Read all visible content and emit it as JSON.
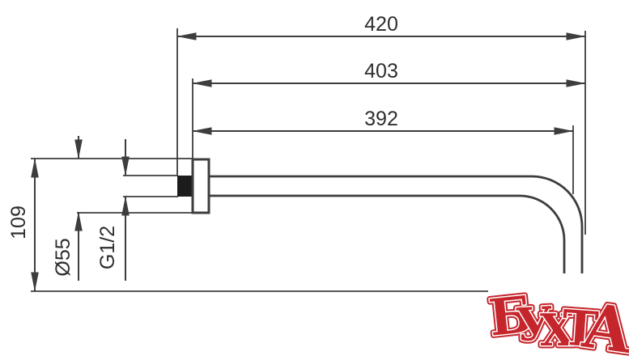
{
  "drawing": {
    "title": "shower-arm-dimension-drawing",
    "dimensions": {
      "overall_length": "420",
      "length_to_outer_edge": "403",
      "length_to_center": "392",
      "drop_height": "109",
      "escutcheon_diameter": "Ø55",
      "thread_size": "G1/2"
    }
  },
  "watermark": {
    "text": "БУХТА",
    "letters": [
      "Б",
      "У",
      "Х",
      "Т",
      "А"
    ]
  },
  "colors": {
    "line": "#3d3d3d",
    "fill_dark": "#1c1c1c",
    "background": "#ffffff",
    "watermark_red": "#c5262c",
    "watermark_inner_outline": "#ffffff"
  }
}
